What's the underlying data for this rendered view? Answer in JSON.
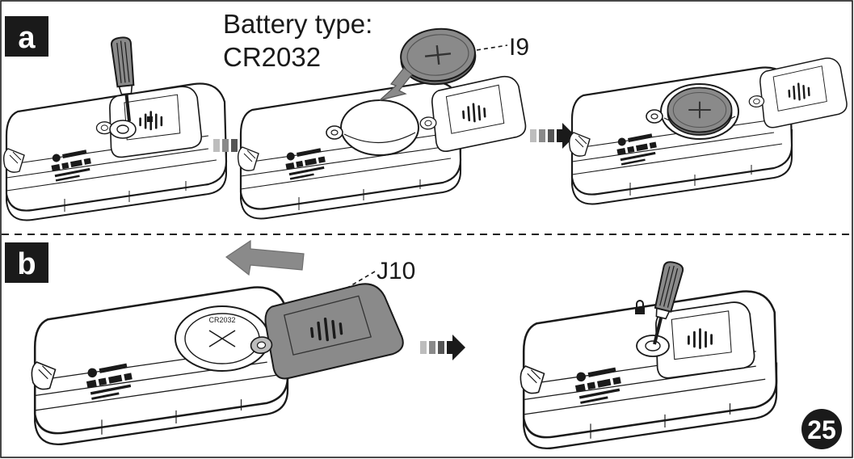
{
  "section_a": {
    "badge": "a",
    "battery_label_line1": "Battery type:",
    "battery_label_line2": "CR2032",
    "battery_callout": "I9"
  },
  "section_b": {
    "badge": "b",
    "cover_callout": "J10"
  },
  "device": {
    "battery_text": "CR2032"
  },
  "page_number": "25",
  "colors": {
    "line": "#1a1a1a",
    "gray_fill": "#8a8a8a",
    "light_gray": "#bdbdbd",
    "dark_fill": "#6f6f6f"
  }
}
